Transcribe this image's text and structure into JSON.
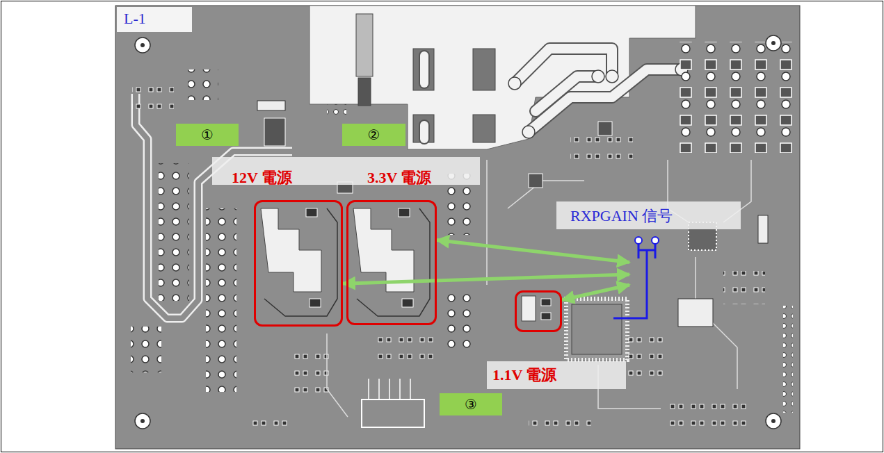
{
  "diagram": {
    "nodes": [
      {
        "text": [
          "①"
        ]
      },
      {
        "text": [
          "②"
        ]
      },
      {
        "text": [
          "12V 電源"
        ]
      },
      {
        "text": [
          "3.3V 電源"
        ]
      },
      {
        "text": [
          "RXPGAIN 信号"
        ]
      },
      {
        "text": [
          "1.1V 電源"
        ]
      },
      {
        "text": [
          "③"
        ]
      }
    ],
    "edges": [
      {
        "from": 4,
        "to": 3,
        "arrow": "both"
      },
      {
        "from": 4,
        "to": 2,
        "arrow": "both"
      },
      {
        "from": 4,
        "to": 5,
        "arrow": "both"
      }
    ],
    "labels": [
      "L-1"
    ]
  }
}
